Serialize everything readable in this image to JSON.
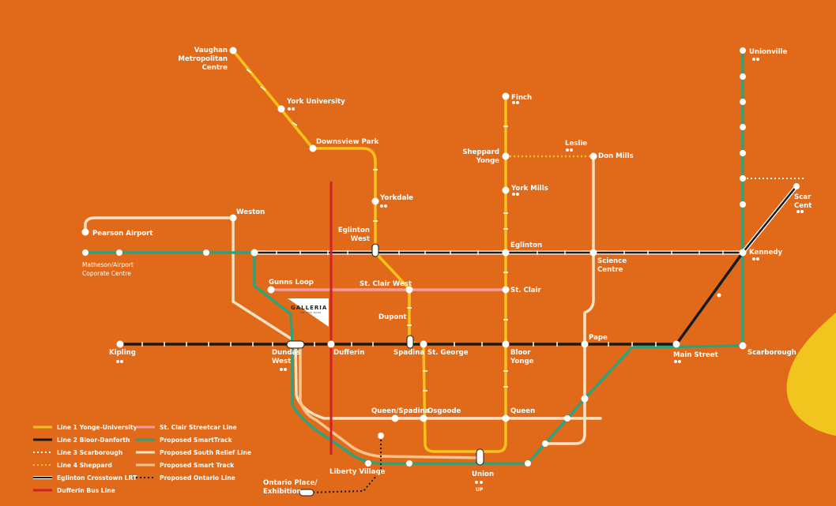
{
  "colors": {
    "background": "#E06A1A",
    "line1_yonge_university": "#F4C21D",
    "line2_bloor_danforth": "#1A1A1A",
    "line3_scarborough": "#FFFFFF",
    "line4_sheppard": "#F4C21D",
    "eglinton_crosstown": "#1A1A1A",
    "dufferin_bus": "#D0202A",
    "st_clair_streetcar": "#F49AA0",
    "smarttrack": "#2FA27C",
    "south_relief": "#F3E2C4",
    "smart_track": "#F7C58D",
    "ontario_line": "#1A1A1A"
  },
  "stations": {
    "vaughan": "Vaughan\nMetropolitan\nCentre",
    "york_university": "York University",
    "downsview_park": "Downsview Park",
    "yorkdale": "Yorkdale",
    "eglinton_west": "Eglinton\nWest",
    "weston": "Weston",
    "pearson_airport": "Pearson Airport",
    "matheson": "Matheson/Airport\nCoporate Centre",
    "gunns_loop": "Gunns Loop",
    "st_clair_west": "St. Clair West",
    "dupont": "Dupont",
    "kipling": "Kipling",
    "dundas_west": "Dundas\nWest",
    "dufferin": "Dufferin",
    "spadina": "Spadina",
    "st_george": "St. George",
    "bloor_yonge": "Bloor\nYonge",
    "pape": "Pape",
    "main_street": "Main Street",
    "scarborough": "Scarborough",
    "finch": "Finch",
    "sheppard_yonge": "Sheppard\nYonge",
    "leslie": "Leslie",
    "don_mills": "Don Mills",
    "york_mills": "York Mills",
    "eglinton": "Eglinton",
    "science_centre": "Science\nCentre",
    "st_clair": "St. Clair",
    "kennedy": "Kennedy",
    "unionville": "Unionville",
    "scarborough_centre": "Scar\nCent",
    "queen_spadina": "Queen/Spadina",
    "osgoode": "Osgoode",
    "queen": "Queen",
    "union": "Union",
    "liberty_village": "Liberty Village",
    "ontario_place": "Ontario Place/\nExhibition",
    "up_badge": "UP"
  },
  "galleria": {
    "name": "GALLERIA",
    "tagline": "ON THE PARK"
  },
  "legend": {
    "left": [
      {
        "label": "Line 1 Yonge-University",
        "style": "line1"
      },
      {
        "label": "Line 2 Bloor-Danforth",
        "style": "line2"
      },
      {
        "label": "Line 3 Scarborough",
        "style": "line3"
      },
      {
        "label": "Line 4 Sheppard",
        "style": "line4"
      },
      {
        "label": "Eglinton Crosstown LRT",
        "style": "eglinton"
      },
      {
        "label": "Dufferin Bus Line",
        "style": "bus"
      }
    ],
    "right": [
      {
        "label": "St. Clair Streetcar Line",
        "style": "streetcar"
      },
      {
        "label": "Proposed SmartTrack",
        "style": "smarttrack"
      },
      {
        "label": "Proposed South Relief Line",
        "style": "relief"
      },
      {
        "label": "Proposed Smart Track",
        "style": "smart2"
      },
      {
        "label": "Proposed Ontario Line",
        "style": "ontario"
      }
    ]
  }
}
